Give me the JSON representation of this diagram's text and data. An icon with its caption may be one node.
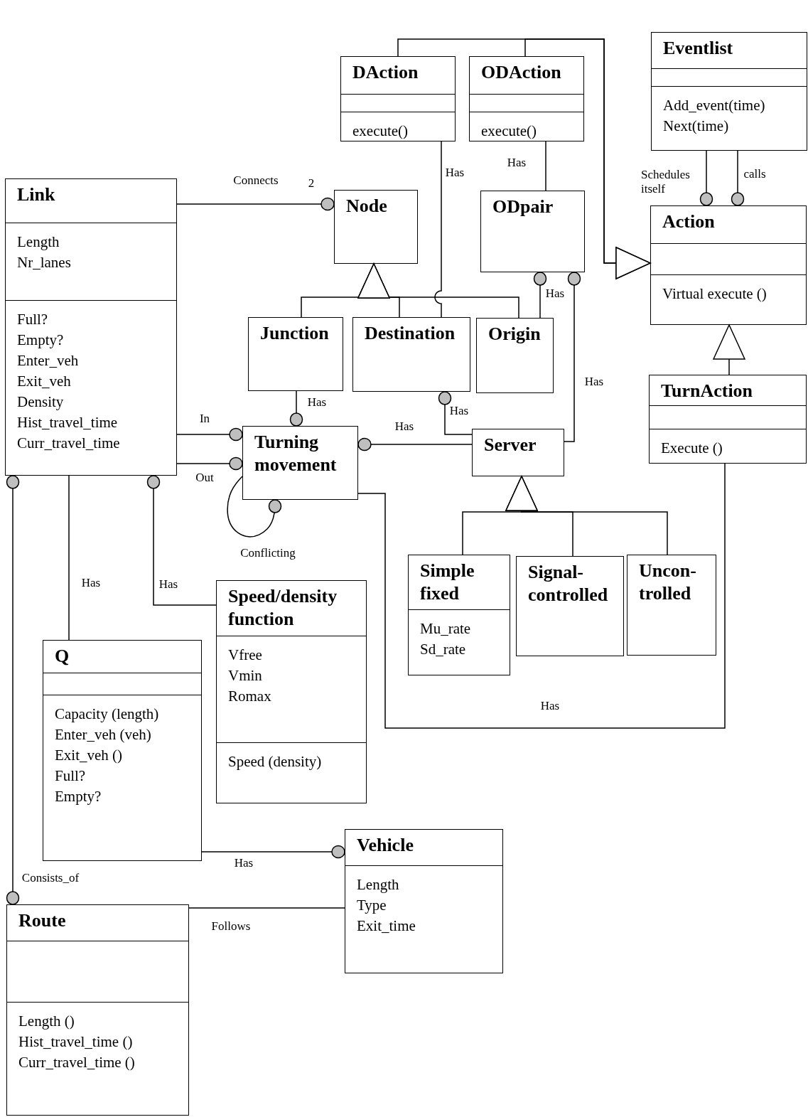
{
  "diagram": {
    "nodes": [
      {
        "text": [
          "DAction",
          "execute()"
        ]
      },
      {
        "text": [
          "ODAction",
          "execute()"
        ]
      },
      {
        "text": [
          "Eventlist",
          "Add_event(time)",
          "Next(time)"
        ]
      },
      {
        "text": [
          "Link",
          "Length",
          "Nr_lanes",
          "Full?",
          "Empty?",
          "Enter_veh",
          "Exit_veh",
          "Density",
          "Hist_travel_time",
          "Curr_travel_time"
        ]
      },
      {
        "text": [
          "Node"
        ]
      },
      {
        "text": [
          "ODpair"
        ]
      },
      {
        "text": [
          "Action",
          "Virtual execute ()"
        ]
      },
      {
        "text": [
          "Junction"
        ]
      },
      {
        "text": [
          "Destination"
        ]
      },
      {
        "text": [
          "Origin"
        ]
      },
      {
        "text": [
          "TurnAction",
          "Execute ()"
        ]
      },
      {
        "text": [
          "Turning movement"
        ]
      },
      {
        "text": [
          "Server"
        ]
      },
      {
        "text": [
          "Simple fixed",
          "Mu_rate",
          "Sd_rate"
        ]
      },
      {
        "text": [
          "Signal-controlled"
        ]
      },
      {
        "text": [
          "Uncon-trolled"
        ]
      },
      {
        "text": [
          "Speed/density function",
          "Vfree",
          "Vmin",
          "Romax",
          "Speed (density)"
        ]
      },
      {
        "text": [
          "Q",
          "Capacity (length)",
          "Enter_veh (veh)",
          "Exit_veh ()",
          "Full?",
          "Empty?"
        ]
      },
      {
        "text": [
          "Vehicle",
          "Length",
          "Type",
          "Exit_time"
        ]
      },
      {
        "text": [
          "Route",
          "Length ()",
          "Hist_travel_time ()",
          "Curr_travel_time ()"
        ]
      }
    ],
    "edges": [
      {
        "from": 0,
        "to": 6,
        "arrow": "to"
      },
      {
        "from": 1,
        "to": 6,
        "arrow": "to"
      },
      {
        "from": 7,
        "to": 4,
        "arrow": "to"
      },
      {
        "from": 8,
        "to": 4,
        "arrow": "to"
      },
      {
        "from": 9,
        "to": 4,
        "arrow": "to"
      },
      {
        "from": 10,
        "to": 6,
        "arrow": "to"
      },
      {
        "from": 13,
        "to": 12,
        "arrow": "to"
      },
      {
        "from": 14,
        "to": 12,
        "arrow": "to"
      },
      {
        "from": 15,
        "to": 12,
        "arrow": "to"
      },
      {
        "from": 3,
        "to": 4,
        "arrow": "other",
        "label": "Connects"
      },
      {
        "from": 0,
        "to": 8,
        "arrow": "none",
        "label": "Has"
      },
      {
        "from": 1,
        "to": 5,
        "arrow": "none",
        "label": "Has"
      },
      {
        "from": 2,
        "to": 6,
        "arrow": "other",
        "label": "Schedules itself"
      },
      {
        "from": 2,
        "to": 6,
        "arrow": "other",
        "label": "calls"
      },
      {
        "from": 9,
        "to": 5,
        "arrow": "other",
        "label": "Has"
      },
      {
        "from": 12,
        "to": 5,
        "arrow": "other",
        "label": "Has"
      },
      {
        "from": 7,
        "to": 11,
        "arrow": "other",
        "label": "Has"
      },
      {
        "from": 12,
        "to": 8,
        "arrow": "other",
        "label": "Has"
      },
      {
        "from": 12,
        "to": 11,
        "arrow": "other",
        "label": "Has"
      },
      {
        "from": 3,
        "to": 11,
        "arrow": "other",
        "label": "In"
      },
      {
        "from": 3,
        "to": 11,
        "arrow": "other",
        "label": "Out"
      },
      {
        "from": 11,
        "to": 11,
        "arrow": "other",
        "label": "Conflicting"
      },
      {
        "from": 10,
        "to": 11,
        "arrow": "none",
        "label": "Has"
      },
      {
        "from": 16,
        "to": 3,
        "arrow": "other",
        "label": "Has"
      },
      {
        "from": 17,
        "to": 3,
        "arrow": "none",
        "label": "Has"
      },
      {
        "from": 19,
        "to": 3,
        "arrow": "other",
        "label": "Consists_of"
      },
      {
        "from": 17,
        "to": 18,
        "arrow": "other",
        "label": "Has"
      },
      {
        "from": 19,
        "to": 18,
        "arrow": "none",
        "label": "Follows"
      }
    ],
    "labels": [
      "2"
    ]
  }
}
